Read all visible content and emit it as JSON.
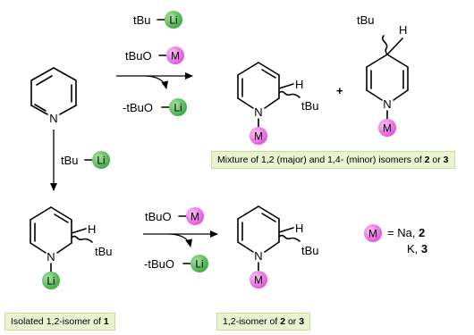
{
  "reagents": {
    "tbu": "tBu",
    "tbuo": "tBuO",
    "minus_tbuo": "-tBuO",
    "li": "Li",
    "m": "M",
    "h": "H",
    "n": "N",
    "plus": "+"
  },
  "notes": {
    "mixture_prefix": "Mixture of 1,2 (major) and 1,4- (minor) isomers of ",
    "mixture_c1": "2",
    "mixture_or": " or ",
    "mixture_c2": "3",
    "isolated_prefix": "Isolated 1,2-isomer of ",
    "isolated_c": "1",
    "iso12_prefix": "1,2-isomer of ",
    "iso12_c1": "2",
    "iso12_or": " or ",
    "iso12_c2": "3"
  },
  "key": {
    "eq": "= Na, ",
    "na_c": "2",
    "k": "K, ",
    "k_c": "3"
  },
  "colors": {
    "li_ball": "#43b64a",
    "m_ball": "#ef5ce8",
    "note_bg": "#e9f3cf"
  }
}
